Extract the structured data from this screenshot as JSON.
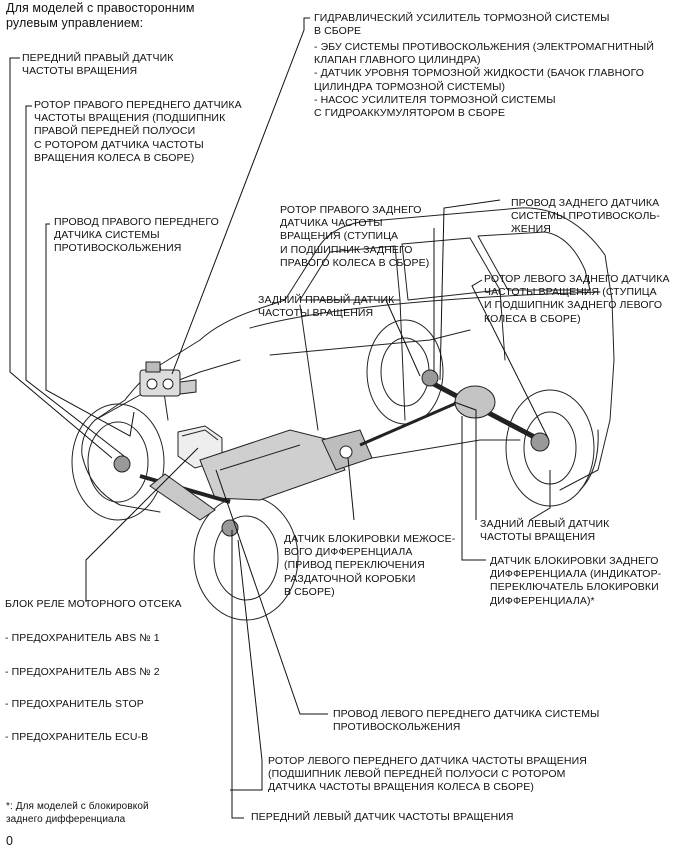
{
  "header": "Для моделей с правосторонним\nрулевым управлением:",
  "labels": {
    "brake_booster": "ГИДРАВЛИЧЕСКИЙ УСИЛИТЕЛЬ ТОРМОЗНОЙ СИСТЕМЫ\nВ СБОРЕ",
    "brake_booster_items": "- ЭБУ СИСТЕМЫ ПРОТИВОСКОЛЬЖЕНИЯ (ЭЛЕКТРОМАГНИТНЫЙ\nКЛАПАН ГЛАВНОГО ЦИЛИНДРА)\n- ДАТЧИК УРОВНЯ ТОРМОЗНОЙ ЖИДКОСТИ (БАЧОК ГЛАВНОГО\nЦИЛИНДРА ТОРМОЗНОЙ СИСТЕМЫ)\n- НАСОС УСИЛИТЕЛЯ ТОРМОЗНОЙ СИСТЕМЫ\nС ГИДРОАККУМУЛЯТОРОМ В СБОРЕ",
    "front_right_sensor": "ПЕРЕДНИЙ ПРАВЫЙ ДАТЧИК\nЧАСТОТЫ ВРАЩЕНИЯ",
    "front_right_rotor": "РОТОР ПРАВОГО ПЕРЕДНЕГО ДАТЧИКА\nЧАСТОТЫ ВРАЩЕНИЯ (ПОДШИПНИК\nПРАВОЙ ПЕРЕДНЕЙ ПОЛУОСИ\nС РОТОРОМ ДАТЧИКА ЧАСТОТЫ\nВРАЩЕНИЯ КОЛЕСА В СБОРЕ)",
    "front_right_wire": "ПРОВОД ПРАВОГО ПЕРЕДНЕГО\nДАТЧИКА СИСТЕМЫ\nПРОТИВОСКОЛЬЖЕНИЯ",
    "rear_right_rotor": "РОТОР ПРАВОГО ЗАДНЕГО\nДАТЧИКА ЧАСТОТЫ\nВРАЩЕНИЯ (СТУПИЦА\nИ ПОДШИПНИК ЗАДНЕГО\nПРАВОГО КОЛЕСА В СБОРЕ)",
    "rear_sensor_wire": "ПРОВОД ЗАДНЕГО ДАТЧИКА\nСИСТЕМЫ ПРОТИВОСКОЛЬ-\nЖЕНИЯ",
    "rear_left_rotor": "РОТОР ЛЕВОГО ЗАДНЕГО ДАТЧИКА\nЧАСТОТЫ ВРАЩЕНИЯ (СТУПИЦА\nИ ПОДШИПНИК ЗАДНЕГО ЛЕВОГО\nКОЛЕСА В СБОРЕ)",
    "rear_right_sensor": "ЗАДНИЙ ПРАВЫЙ ДАТЧИК\nЧАСТОТЫ ВРАЩЕНИЯ",
    "rear_left_sensor": "ЗАДНИЙ ЛЕВЫЙ ДАТЧИК\nЧАСТОТЫ ВРАЩЕНИЯ",
    "center_diff_lock": "ДАТЧИК БЛОКИРОВКИ МЕЖОСЕ-\nВОГО ДИФФЕРЕНЦИАЛА\n(ПРИВОД ПЕРЕКЛЮЧЕНИЯ\nРАЗДАТОЧНОЙ КОРОБКИ\nВ СБОРЕ)",
    "rear_diff_lock": "ДАТЧИК БЛОКИРОВКИ ЗАДНЕГО\nДИФФЕРЕНЦИАЛА (ИНДИКАТОР-\nПЕРЕКЛЮЧАТЕЛЬ БЛОКИРОВКИ\nДИФФЕРЕНЦИАЛА)*",
    "relay_block": "БЛОК РЕЛЕ МОТОРНОГО ОТСЕКА",
    "fuse_abs1": "- ПРЕДОХРАНИТЕЛЬ ABS № 1",
    "fuse_abs2": "- ПРЕДОХРАНИТЕЛЬ ABS № 2",
    "fuse_stop": "- ПРЕДОХРАНИТЕЛЬ STOP",
    "fuse_ecub": "- ПРЕДОХРАНИТЕЛЬ ECU-B",
    "front_left_wire": "ПРОВОД ЛЕВОГО ПЕРЕДНЕГО ДАТЧИКА СИСТЕМЫ\nПРОТИВОСКОЛЬЖЕНИЯ",
    "front_left_rotor": "РОТОР ЛЕВОГО ПЕРЕДНЕГО ДАТЧИКА ЧАСТОТЫ ВРАЩЕНИЯ\n(ПОДШИПНИК ЛЕВОЙ ПЕРЕДНЕЙ ПОЛУОСИ С РОТОРОМ\nДАТЧИКА ЧАСТОТЫ ВРАЩЕНИЯ КОЛЕСА В СБОРЕ)",
    "front_left_sensor": "ПЕРЕДНИЙ ЛЕВЫЙ ДАТЧИК ЧАСТОТЫ ВРАЩЕНИЯ"
  },
  "footnote": "*: Для моделей с блокировкой\nзаднего дифференциала",
  "corner_mark": "0"
}
